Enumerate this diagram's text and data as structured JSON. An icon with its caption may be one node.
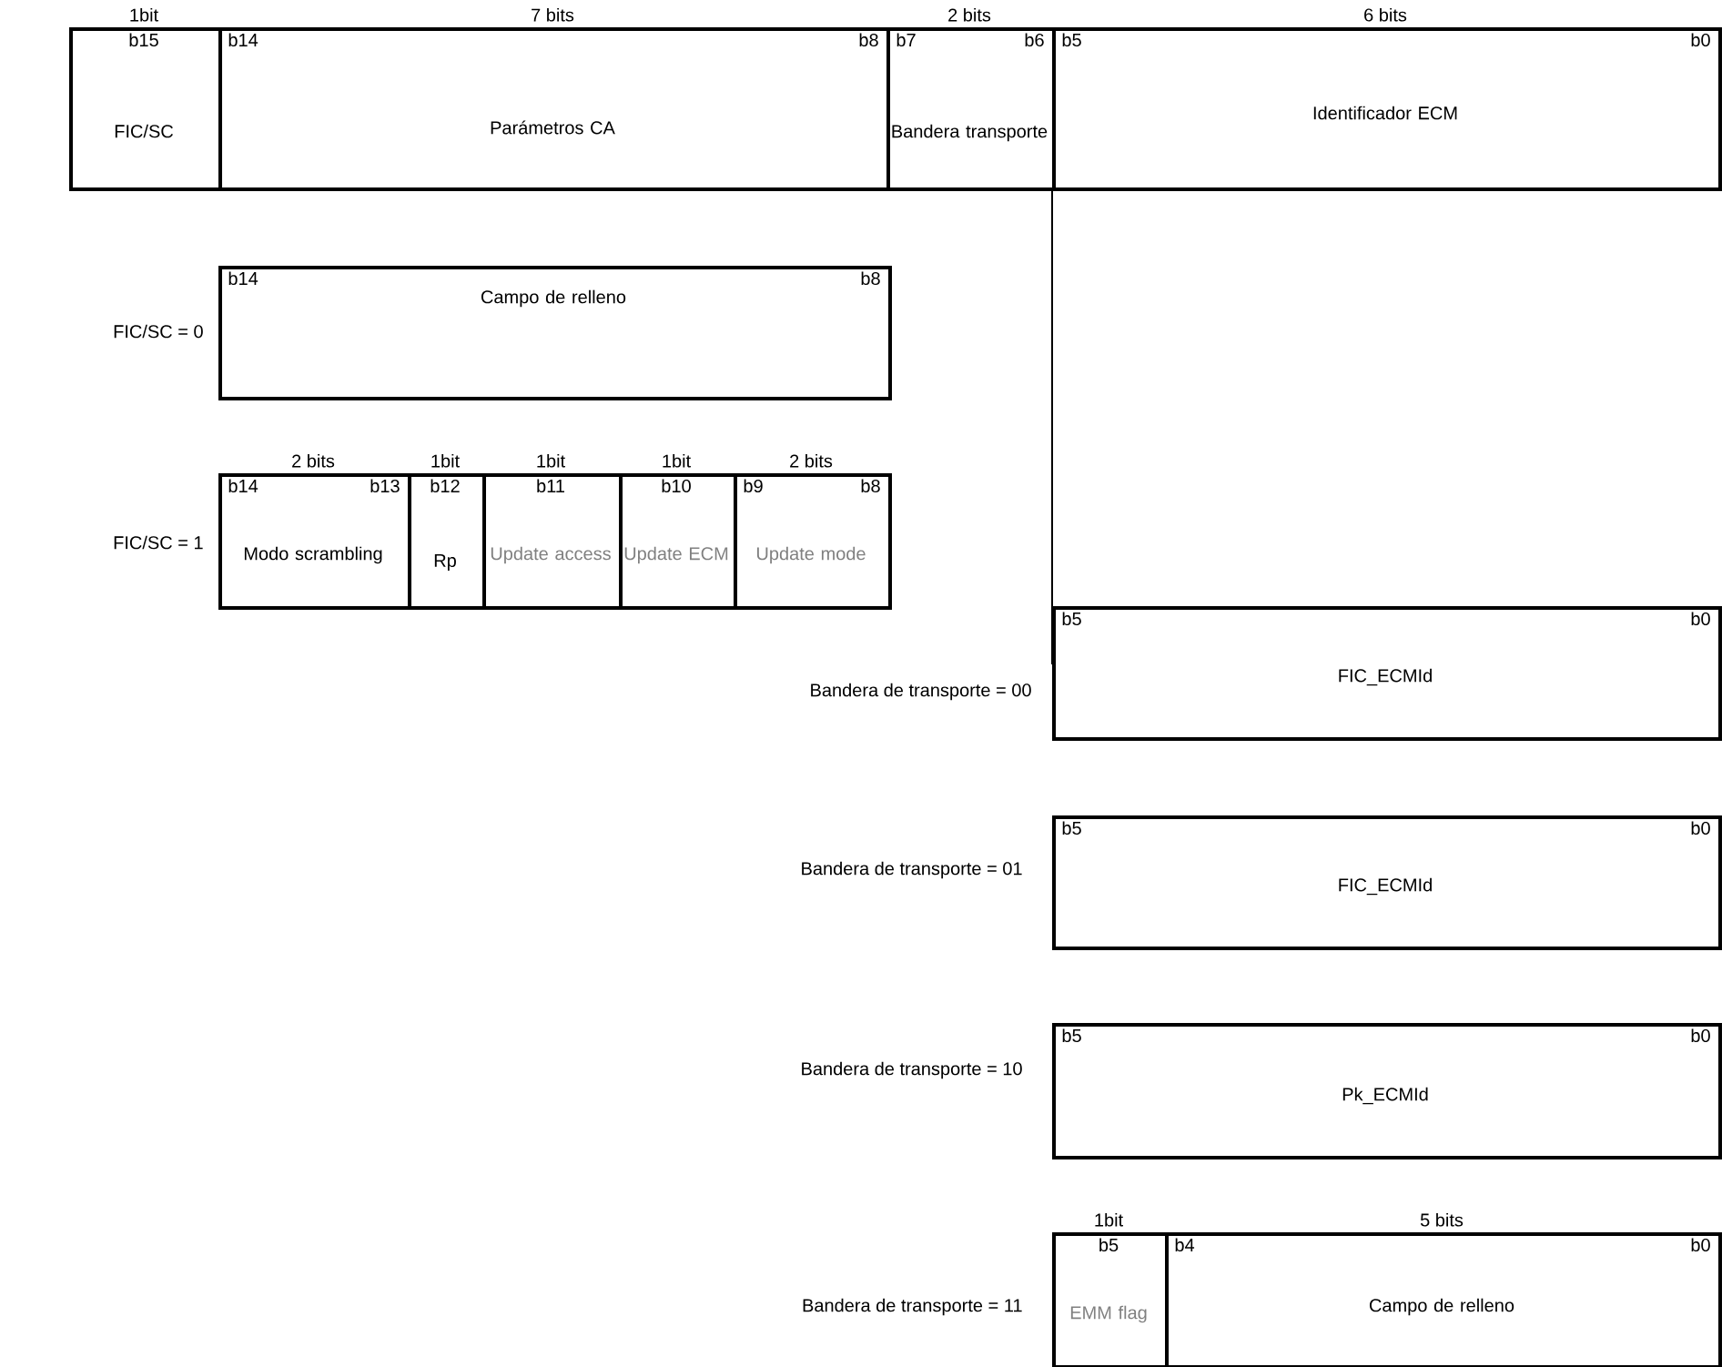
{
  "diagram": {
    "nodes": [
      {
        "text": [
          "b15",
          "FIC/SC"
        ],
        "beside": [
          "1bit"
        ]
      },
      {
        "text": [
          "b14",
          "b8",
          "Parámetros CA"
        ],
        "beside": [
          "7 bits"
        ]
      },
      {
        "text": [
          "b7",
          "b6",
          "Bandera transporte"
        ],
        "beside": [
          "2 bits"
        ]
      },
      {
        "text": [
          "b5",
          "b0",
          "Identificador ECM"
        ],
        "beside": [
          "6 bits"
        ]
      },
      {
        "text": [
          "b14",
          "b8",
          "Campo de relleno"
        ]
      },
      {
        "text": [
          "b14",
          "b13",
          "Modo scrambling"
        ],
        "beside": [
          "2 bits"
        ]
      },
      {
        "text": [
          "b12",
          "Rp"
        ],
        "beside": [
          "1bit"
        ]
      },
      {
        "text": [
          "b11",
          "Update access"
        ],
        "beside": [
          "1bit"
        ]
      },
      {
        "text": [
          "b10",
          "Update ECM"
        ],
        "beside": [
          "1bit"
        ]
      },
      {
        "text": [
          "b9",
          "b8",
          "Update mode"
        ],
        "beside": [
          "2 bits"
        ]
      },
      {
        "text": [
          "b5",
          "b0",
          "FIC_ECMId"
        ]
      },
      {
        "text": [
          "b5",
          "b0",
          "FIC_ECMId"
        ]
      },
      {
        "text": [
          "b5",
          "b0",
          "Pk_ECMId"
        ]
      },
      {
        "text": [
          "b5",
          "EMM flag"
        ],
        "beside": [
          "1bit"
        ]
      },
      {
        "text": [
          "b4",
          "b0",
          "Campo de relleno"
        ],
        "beside": [
          "5 bits"
        ]
      }
    ],
    "labels": [
      "FIC/SC = 0",
      "FIC/SC = 1",
      "Bandera de transporte = 00",
      "Bandera de transporte = 01",
      "Bandera de transporte = 10",
      "Bandera de transporte = 11"
    ]
  }
}
